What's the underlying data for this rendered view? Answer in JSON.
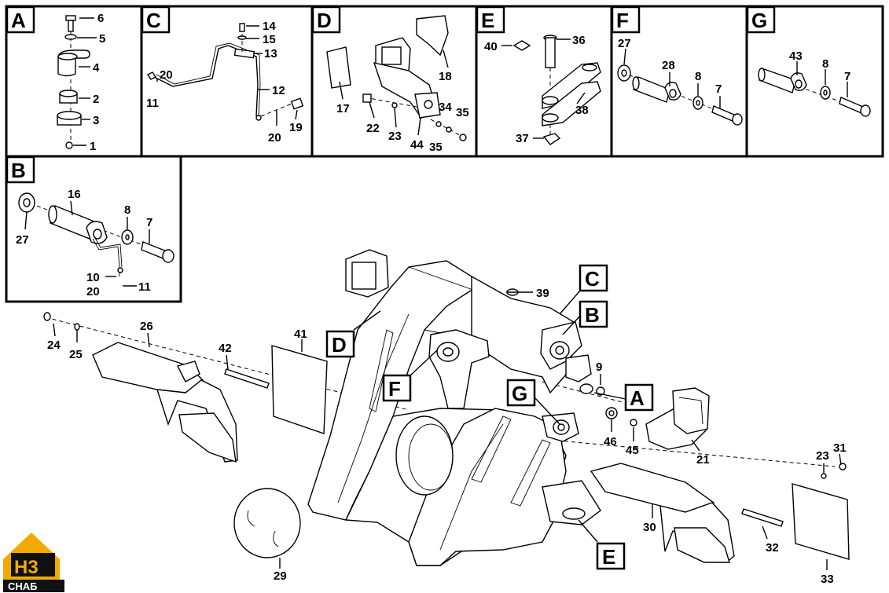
{
  "panels": {
    "A": {
      "letter": "A",
      "labels": [
        "6",
        "5",
        "4",
        "2",
        "3",
        "1"
      ]
    },
    "C": {
      "letter": "C",
      "labels": [
        "14",
        "15",
        "13",
        "20",
        "11",
        "12",
        "19",
        "20"
      ]
    },
    "D": {
      "letter": "D",
      "labels": [
        "18",
        "17",
        "22",
        "23",
        "44",
        "34",
        "35",
        "35"
      ]
    },
    "E": {
      "letter": "E",
      "labels": [
        "40",
        "36",
        "38",
        "37"
      ]
    },
    "F": {
      "letter": "F",
      "labels": [
        "27",
        "28",
        "8",
        "7"
      ]
    },
    "G": {
      "letter": "G",
      "labels": [
        "43",
        "8",
        "7"
      ]
    },
    "B": {
      "letter": "B",
      "labels": [
        "16",
        "8",
        "7",
        "27",
        "10",
        "20",
        "11"
      ]
    }
  },
  "main": {
    "callouts": [
      "D",
      "C",
      "B",
      "F",
      "G",
      "A",
      "E"
    ],
    "labels": [
      "39",
      "26",
      "24",
      "25",
      "42",
      "41",
      "9",
      "46",
      "45",
      "21",
      "23",
      "31",
      "30",
      "32",
      "33",
      "29"
    ]
  },
  "logo": {
    "mark": "H3",
    "text": "CHAБ",
    "color": "#f2a900"
  }
}
